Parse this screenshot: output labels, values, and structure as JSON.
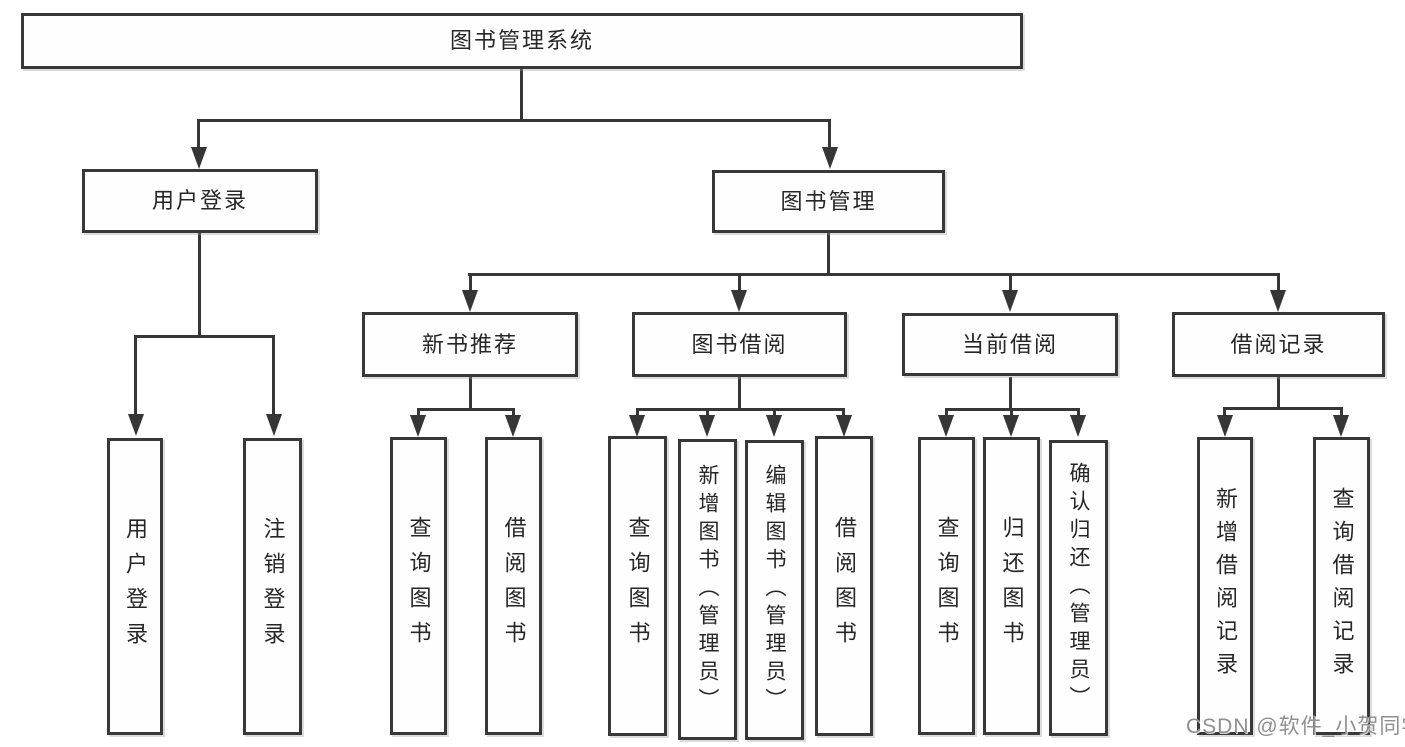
{
  "title": "图书管理系统",
  "branches": {
    "user_login": {
      "label": "用户登录",
      "children": {
        "login": "用户登录",
        "logout": "注销登录"
      }
    },
    "book_mgmt": {
      "label": "图书管理",
      "children": {
        "new_book": {
          "label": "新书推荐",
          "children": {
            "query": "查询图书",
            "borrow": "借阅图书"
          }
        },
        "book_borrow": {
          "label": "图书借阅",
          "children": {
            "query": "查询图书",
            "add": "新增图书（管理员）",
            "edit": "编辑图书（管理员）",
            "borrow": "借阅图书"
          }
        },
        "current_borrow": {
          "label": "当前借阅",
          "children": {
            "query": "查询图书",
            "return": "归还图书",
            "confirm": "确认归还（管理员）"
          }
        },
        "borrow_record": {
          "label": "借阅记录",
          "children": {
            "add": "新增借阅记录",
            "query": "查询借阅记录"
          }
        }
      }
    }
  },
  "watermark": "CSDN @软件_小贺同学",
  "colors": {
    "line": "#363636",
    "box_border": "#383838",
    "text": "#262626",
    "watermark": "#8f8f8f",
    "background": "#ffffff"
  }
}
